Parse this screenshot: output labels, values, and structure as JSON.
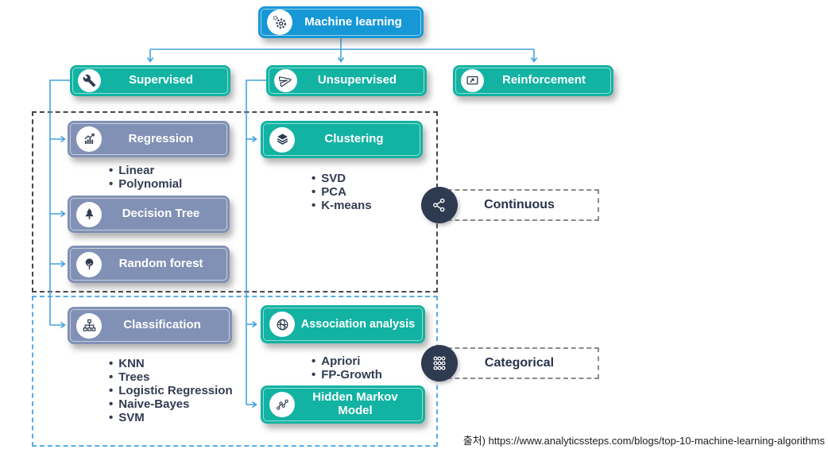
{
  "root": {
    "label": "Machine learning",
    "icon": "gears-icon"
  },
  "level1": [
    {
      "label": "Supervised",
      "icon": "wrench-icon"
    },
    {
      "label": "Unsupervised",
      "icon": "paper-plane-icon"
    },
    {
      "label": "Reinforcement",
      "icon": "presentation-chart-icon"
    }
  ],
  "supervised": {
    "regression": {
      "label": "Regression",
      "icon": "bar-chart-arrow-icon",
      "items": [
        "Linear",
        "Polynomial"
      ]
    },
    "decision_tree": {
      "label": "Decision Tree",
      "icon": "pine-tree-icon"
    },
    "random_forest": {
      "label": "Random forest",
      "icon": "round-tree-icon"
    },
    "classification": {
      "label": "Classification",
      "icon": "sitemap-icon",
      "items": [
        "KNN",
        "Trees",
        "Logistic Regression",
        "Naive-Bayes",
        "SVM"
      ]
    }
  },
  "unsupervised": {
    "clustering": {
      "label": "Clustering",
      "icon": "layers-icon",
      "items": [
        "SVD",
        "PCA",
        "K-means"
      ]
    },
    "association": {
      "label": "Association analysis",
      "icon": "globe-icon",
      "items": [
        "Apriori",
        "FP-Growth"
      ]
    },
    "hidden_markov": {
      "label": "Hidden Markov Model",
      "icon": "markov-chain-icon"
    }
  },
  "badges": {
    "continuous": {
      "label": "Continuous",
      "icon": "share-icon"
    },
    "categorical": {
      "label": "Categorical",
      "icon": "dots-grid-icon"
    }
  },
  "source_note": "출처) https://www.analyticssteps.com/blogs/top-10-machine-learning-algorithms",
  "colors": {
    "root_blue": "#1697d6",
    "teal": "#12b3a2",
    "slate": "#8191b5",
    "dark_navy": "#2e3a50",
    "connector_blue": "#44a3dd"
  }
}
